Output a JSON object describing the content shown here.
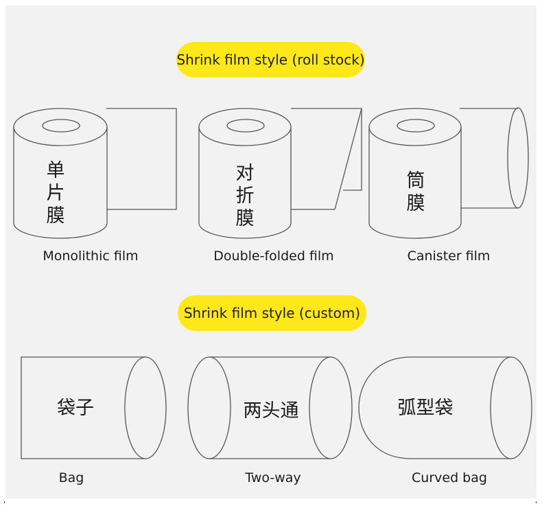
{
  "sections": {
    "roll_stock": {
      "title": "Shrink film style (roll stock)",
      "items": [
        {
          "label_cn": "单片膜",
          "caption": "Monolithic film"
        },
        {
          "label_cn": "对折膜",
          "caption": "Double-folded film"
        },
        {
          "label_cn": "筒膜",
          "caption": "Canister film"
        }
      ]
    },
    "custom": {
      "title": "Shrink film style (custom)",
      "items": [
        {
          "label_cn": "袋子",
          "caption": "Bag"
        },
        {
          "label_cn": "两头通",
          "caption": "Two-way"
        },
        {
          "label_cn": "弧型袋",
          "caption": "Curved bag"
        }
      ]
    }
  },
  "colors": {
    "pill": "#ffe81a",
    "panel": "#f2f2f2",
    "line": "#555555"
  }
}
